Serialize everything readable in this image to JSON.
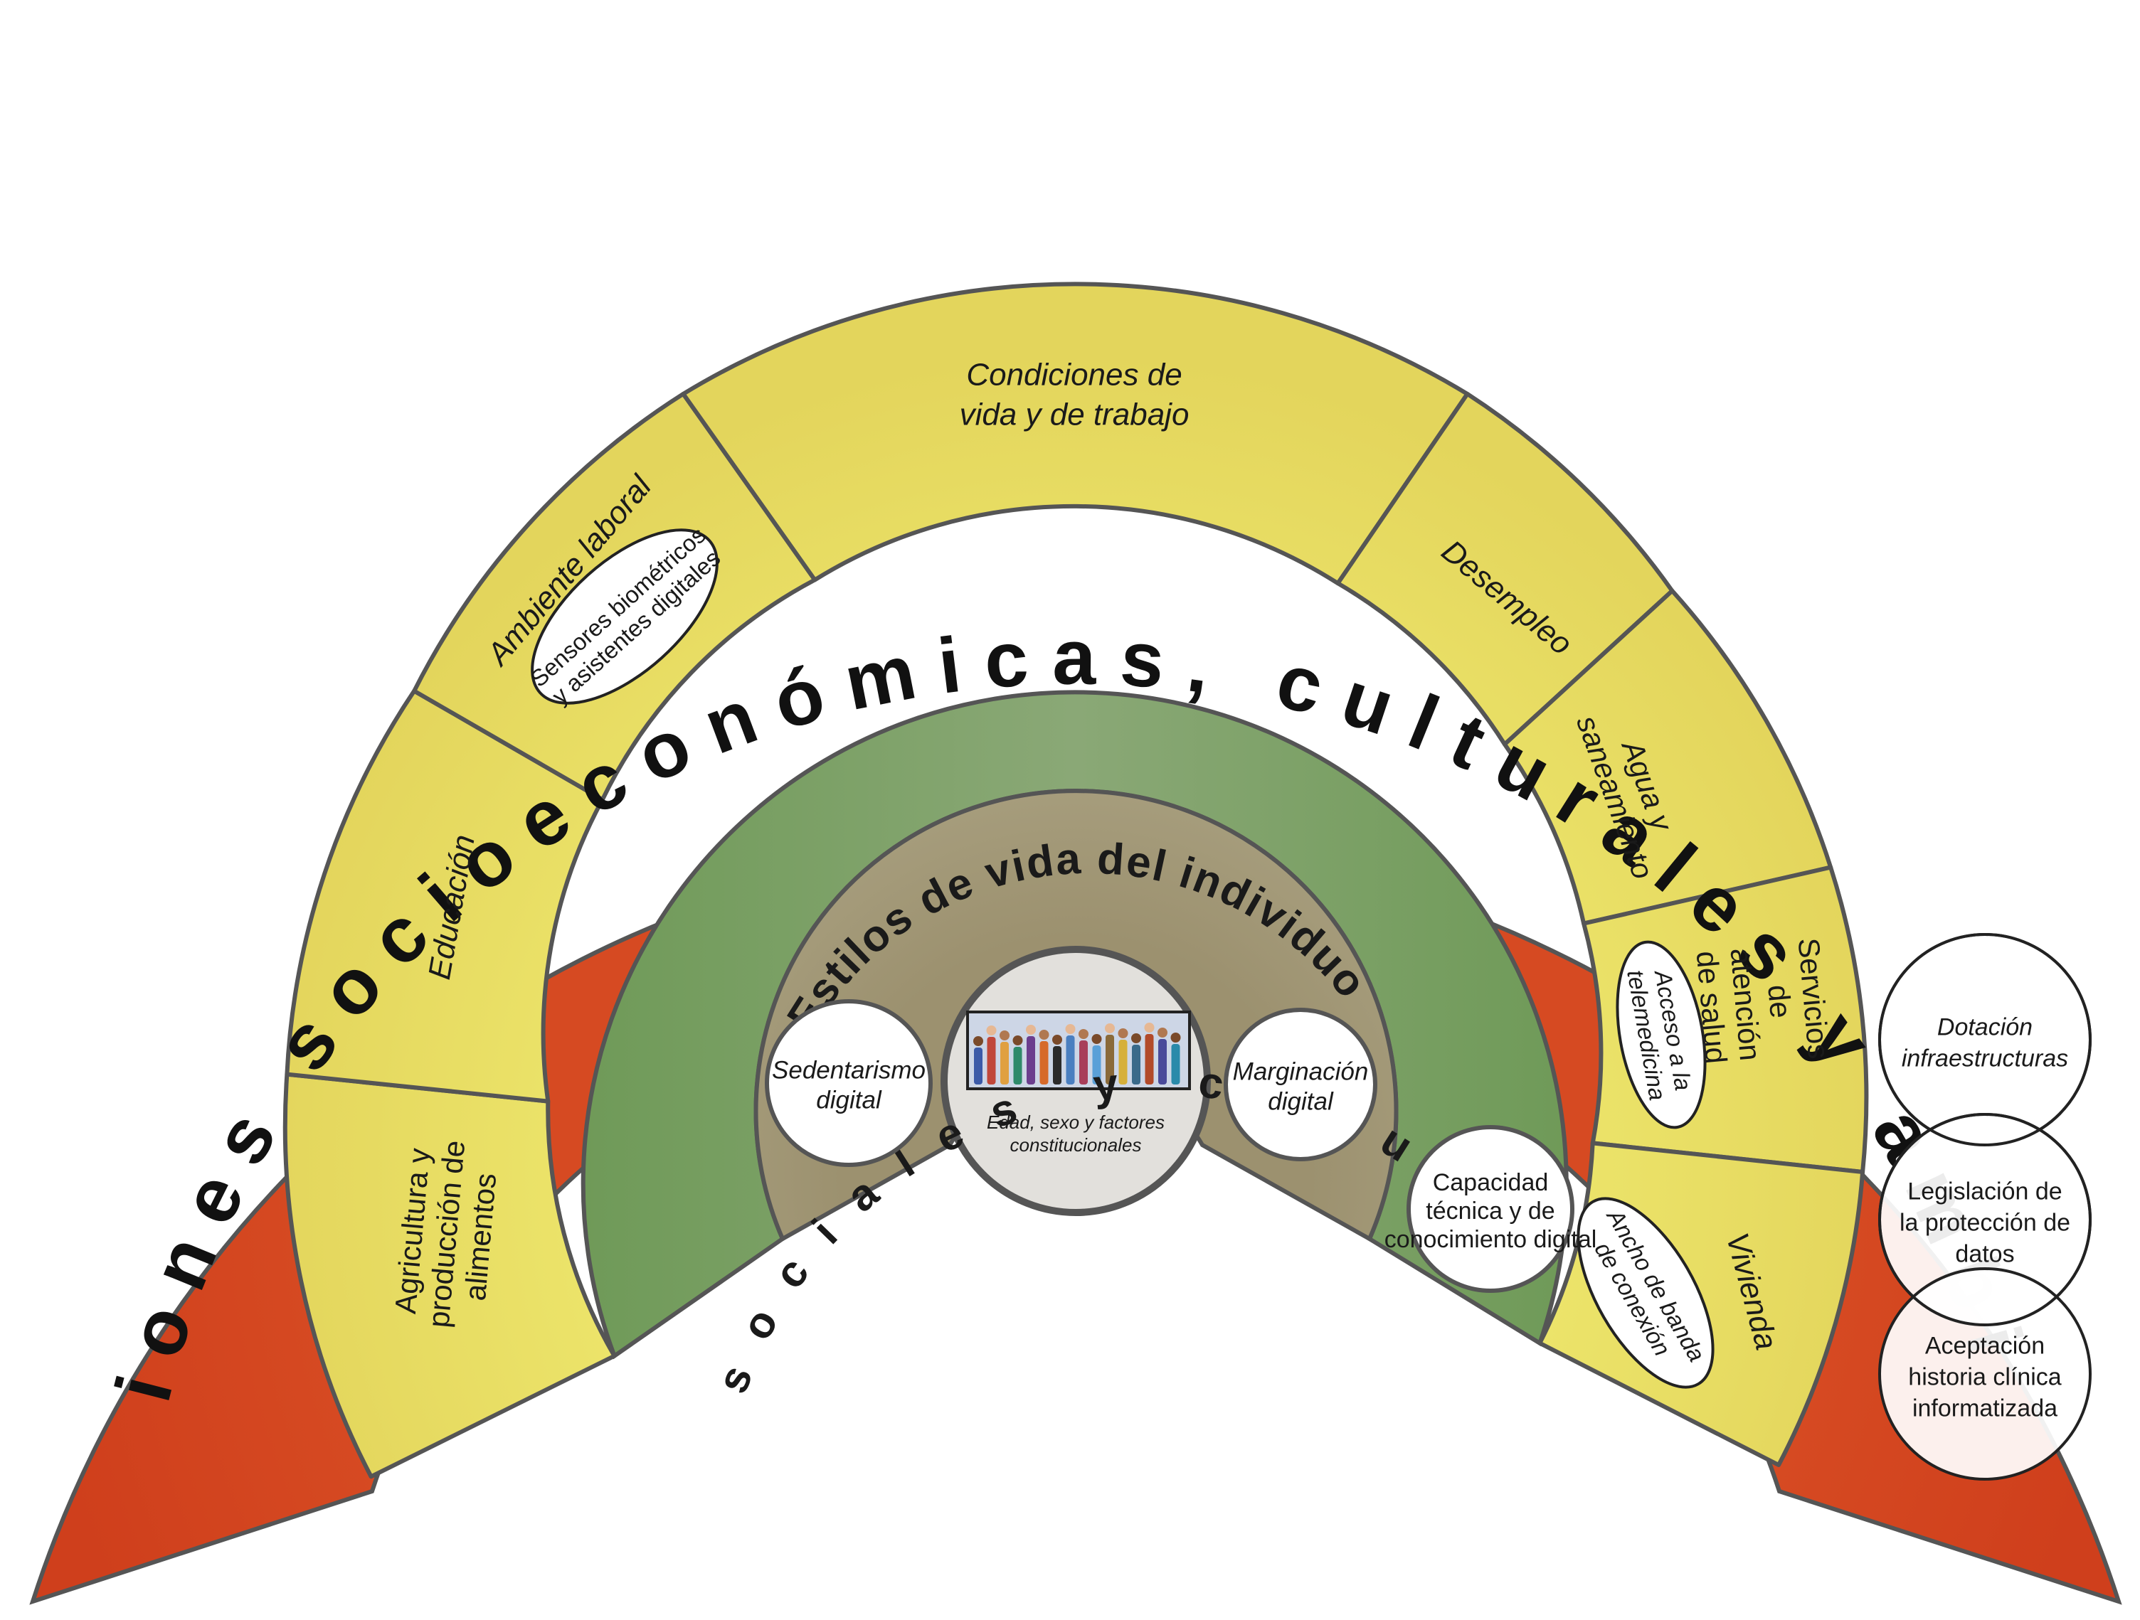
{
  "diagram": {
    "outer_ring": {
      "label": "Condiciones socioeconómicas, culturales y ambientales",
      "color": "#d9461f"
    },
    "living_conditions_ring": {
      "color": "#e6dc62",
      "sectors": {
        "agricultura": "Agricultura y producción de alimentos",
        "educacion": "Educación",
        "ambiente": "Ambiente laboral",
        "condiciones": "Condiciones de vida y de trabajo",
        "desempleo": "Desempleo",
        "agua": "Agua y saneamiento",
        "servicios": "Servicios de atención de salud",
        "vivienda": "Vivienda"
      },
      "ovals": {
        "sensores": "Sensores biométricos y asistentes digitales",
        "telemedicina": "Acceso a la telemedicina",
        "ancho_banda": "Ancho de banda de conexión"
      }
    },
    "social_ring": {
      "label": "Redes sociales y comunitarias",
      "color": "#7fa266"
    },
    "lifestyle_ring": {
      "label": "Estilos de vida del individuo",
      "color": "#a59a7a"
    },
    "core": {
      "label": "Edad, sexo y factores constitucionales",
      "icon": "people-group-icon"
    },
    "circles": {
      "sedentarismo": "Sedentarismo digital",
      "marginacion": "Marginación digital",
      "capacidad": "Capacidad técnica y de conocimiento digital",
      "dotacion": "Dotación infraestructuras",
      "legislacion": "Legislación de la protección de datos",
      "aceptacion": "Aceptación historia clínica informatizada"
    }
  }
}
